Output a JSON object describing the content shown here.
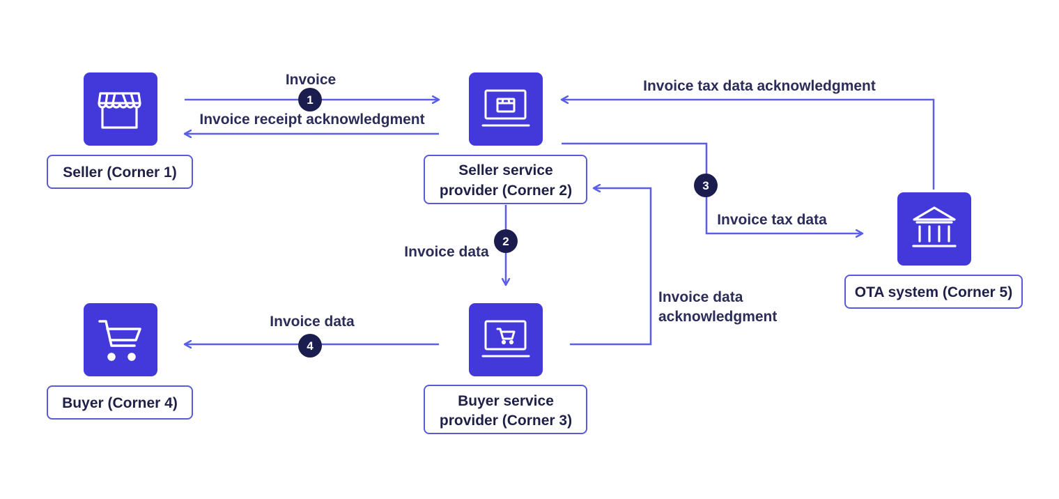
{
  "colors": {
    "accent": "#4338d9",
    "line": "#5b5ee8",
    "badge": "#1c1d4f",
    "text": "#1f2048",
    "box_border": "#5a5ad6"
  },
  "nodes": {
    "seller": {
      "icon": "storefront-icon",
      "label": "Seller (Corner 1)"
    },
    "seller_sp": {
      "icon": "laptop-store-icon",
      "label_line1": "Seller service",
      "label_line2": "provider (Corner 2)"
    },
    "buyer_sp": {
      "icon": "laptop-cart-icon",
      "label_line1": "Buyer service",
      "label_line2": "provider (Corner 3)"
    },
    "buyer": {
      "icon": "shopping-cart-icon",
      "label": "Buyer (Corner 4)"
    },
    "ota": {
      "icon": "government-building-icon",
      "label": "OTA system (Corner 5)"
    }
  },
  "edges": {
    "invoice": "Invoice",
    "receipt_ack": "Invoice receipt acknowledgment",
    "invoice_data_down": "Invoice data",
    "invoice_data_buyer": "Invoice data",
    "data_ack_line1": "Invoice data",
    "data_ack_line2": "acknowledgment",
    "tax_data": "Invoice tax data",
    "tax_ack": "Invoice tax data acknowledgment"
  },
  "steps": [
    "1",
    "2",
    "3",
    "4"
  ]
}
